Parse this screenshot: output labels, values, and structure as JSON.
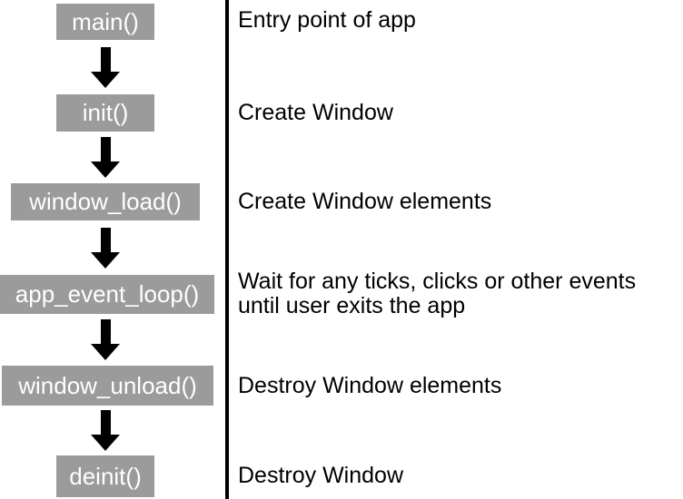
{
  "diagram": {
    "kind": "app-lifecycle-flowchart",
    "colors": {
      "box_fill": "#9b9b9b",
      "box_text": "#ffffff",
      "arrow": "#000000",
      "divider": "#000000",
      "description_text": "#000000",
      "background": "#ffffff"
    },
    "arrow_direction": "down",
    "arrow_count": 5
  },
  "steps": [
    {
      "label": "main()",
      "description": "Entry point of app"
    },
    {
      "label": "init()",
      "description": "Create Window"
    },
    {
      "label": "window_load()",
      "description": "Create Window elements"
    },
    {
      "label": "app_event_loop()",
      "description": "Wait for any ticks, clicks or other events\nuntil user exits the app"
    },
    {
      "label": "window_unload()",
      "description": "Destroy Window elements"
    },
    {
      "label": "deinit()",
      "description": "Destroy Window"
    }
  ]
}
